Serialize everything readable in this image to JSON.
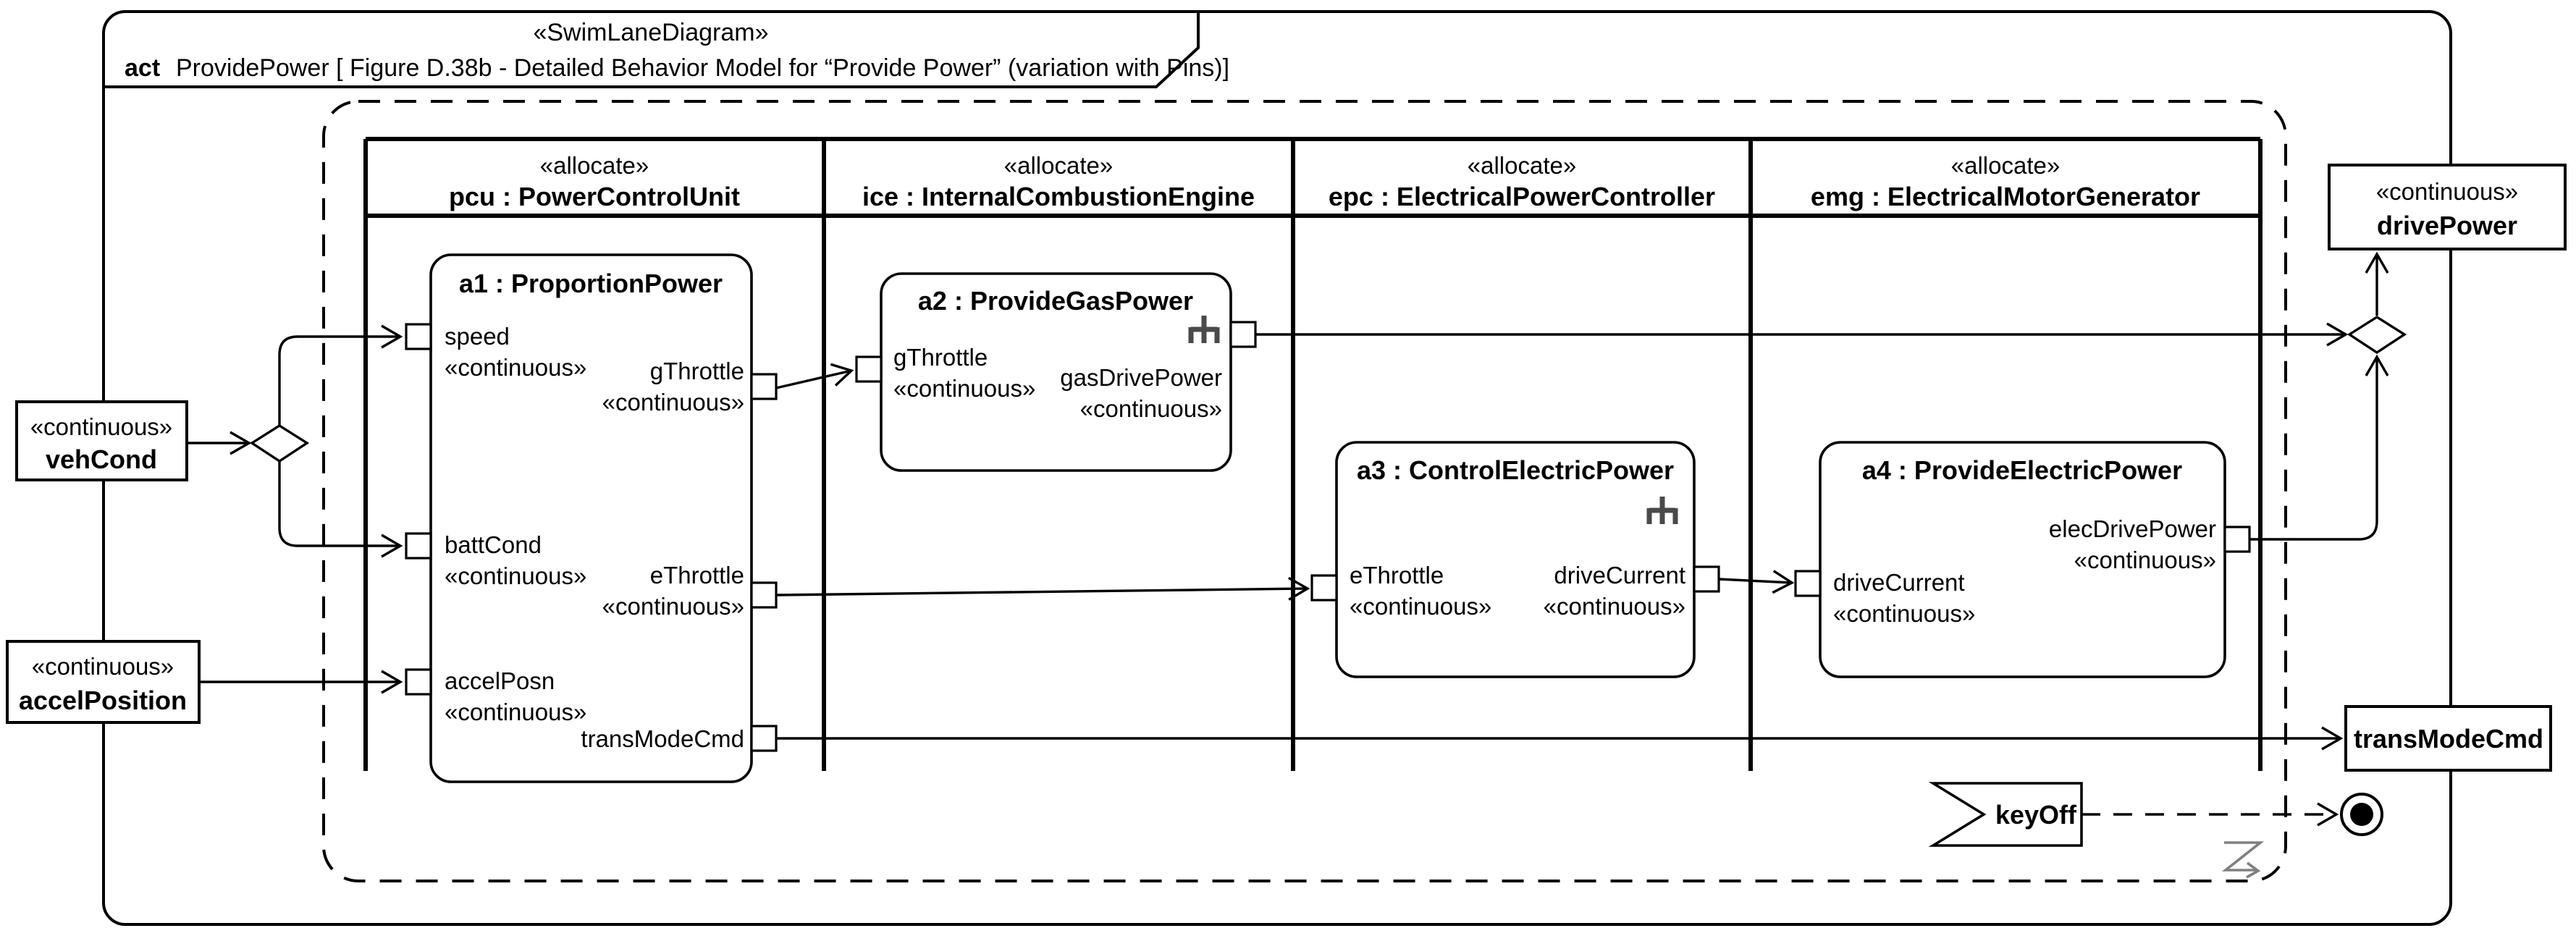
{
  "frame": {
    "stereotype": "«SwimLaneDiagram»",
    "keyword": "act",
    "title_rest": "ProvidePower [ Figure D.38b - Detailed Behavior Model for “Provide Power” (variation with Pins)]"
  },
  "lanes": [
    {
      "stereotype": "«allocate»",
      "name": "pcu : PowerControlUnit"
    },
    {
      "stereotype": "«allocate»",
      "name": "ice : InternalCombustionEngine"
    },
    {
      "stereotype": "«allocate»",
      "name": "epc : ElectricalPowerController"
    },
    {
      "stereotype": "«allocate»",
      "name": "emg : ElectricalMotorGenerator"
    }
  ],
  "actions": {
    "a1": {
      "name": "a1 : ProportionPower",
      "pins": {
        "speed": {
          "label": "speed",
          "stereo": "«continuous»"
        },
        "battCond": {
          "label": "battCond",
          "stereo": "«continuous»"
        },
        "accelPosn": {
          "label": "accelPosn",
          "stereo": "«continuous»"
        },
        "gThrottle": {
          "label": "gThrottle",
          "stereo": "«continuous»"
        },
        "eThrottle": {
          "label": "eThrottle",
          "stereo": "«continuous»"
        },
        "transModeCmd": {
          "label": "transModeCmd"
        }
      }
    },
    "a2": {
      "name": "a2 : ProvideGasPower",
      "pins": {
        "gThrottle": {
          "label": "gThrottle",
          "stereo": "«continuous»"
        },
        "gasDrivePower": {
          "label": "gasDrivePower",
          "stereo": "«continuous»"
        }
      }
    },
    "a3": {
      "name": "a3 : ControlElectricPower",
      "pins": {
        "eThrottle": {
          "label": "eThrottle",
          "stereo": "«continuous»"
        },
        "driveCurrent": {
          "label": "driveCurrent",
          "stereo": "«continuous»"
        }
      }
    },
    "a4": {
      "name": "a4 : ProvideElectricPower",
      "pins": {
        "driveCurrent": {
          "label": "driveCurrent",
          "stereo": "«continuous»"
        },
        "elecDrivePower": {
          "label": "elecDrivePower",
          "stereo": "«continuous»"
        }
      }
    }
  },
  "objects": {
    "vehCond": {
      "stereotype": "«continuous»",
      "name": "vehCond"
    },
    "accelPosition": {
      "stereotype": "«continuous»",
      "name": "accelPosition"
    },
    "drivePower": {
      "stereotype": "«continuous»",
      "name": "drivePower"
    },
    "transModeCmd": {
      "name": "transModeCmd"
    }
  },
  "signals": {
    "keyOff": {
      "name": "keyOff"
    }
  },
  "colors": {
    "outline": "#000000",
    "rake_gray": "#4a4a4a",
    "interrupt_gray": "#808080",
    "background": "#ffffff"
  }
}
